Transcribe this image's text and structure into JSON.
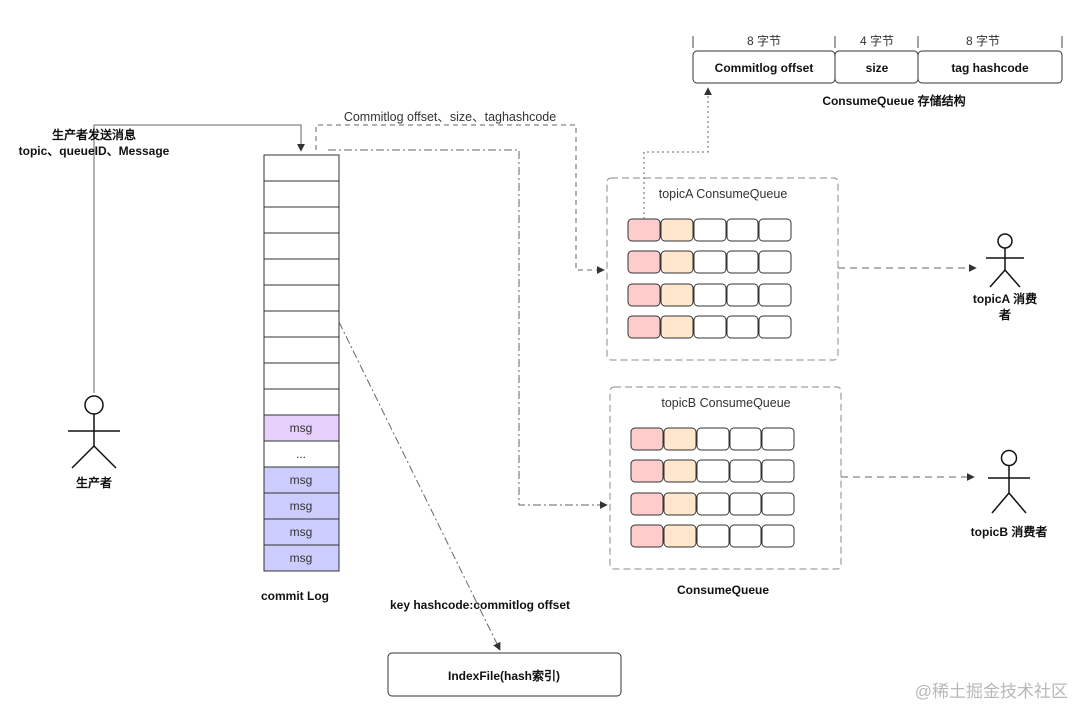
{
  "consume_queue_structure": {
    "fields": [
      {
        "bytes": "8 字节",
        "name": "Commitlog offset"
      },
      {
        "bytes": "4 字节",
        "name": "size"
      },
      {
        "bytes": "8 字节",
        "name": "tag hashcode"
      }
    ],
    "caption": "ConsumeQueue 存储结构"
  },
  "producer": {
    "label": "生产者",
    "send_line1": "生产者发送消息",
    "send_line2": "topic、queueID、Message"
  },
  "commit_log": {
    "label": "commit Log",
    "msg_label": "msg",
    "ellipsis": "..."
  },
  "flow_label": "Commitlog offset、size、taghashcode",
  "queues": {
    "topicA": {
      "title": "topicA ConsumeQueue"
    },
    "topicB": {
      "title": "topicB ConsumeQueue"
    },
    "group_label": "ConsumeQueue"
  },
  "consumers": {
    "topicA_line1": "topicA 消费",
    "topicA_line2": "者",
    "topicB": "topicB 消费者"
  },
  "index": {
    "key_label": "key hashcode:commitlog offset",
    "file_label": "IndexFile(hash索引)"
  },
  "watermark": "@稀土掘金技术社区",
  "colors": {
    "msg_light": "#e6d0fb",
    "msg_dark": "#ccccff",
    "cell_red": "#ffcccc",
    "cell_orange": "#ffe6cc",
    "line": "#666666"
  }
}
